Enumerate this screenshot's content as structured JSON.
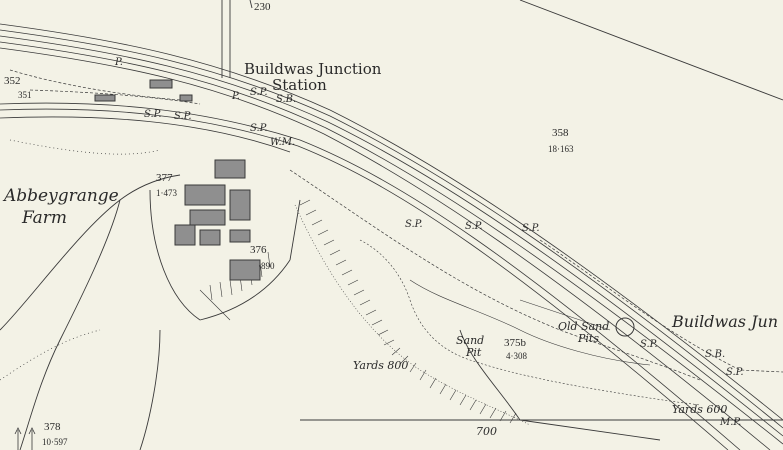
{
  "labels": {
    "station": "Buildwas Junction",
    "station_line2": "Station",
    "farm": "Abbeygrange",
    "farm_line2": "Farm",
    "junction": "Buildwas Jun",
    "old_sand": "Old Sand",
    "pits": "Pits",
    "sand": "Sand",
    "pit": "Pit",
    "yards800": "Yards 800",
    "yards600": "Yards 600",
    "n700": "700"
  },
  "parcels": {
    "p230": "230",
    "p352": "352",
    "p351": "351",
    "p358": "358",
    "p358_area": "18·163",
    "p377": "377",
    "p377_area": "1·473",
    "p376": "376",
    "p376_area": "·890",
    "p375b": "375b",
    "p375b_area": "4·308",
    "p378": "378",
    "p378_area": "10·597"
  },
  "abbrev": {
    "sp": "S.P.",
    "sb": "S.B.",
    "p": "P.",
    "wm": "W.M.",
    "mp": "M.P."
  },
  "colors": {
    "paper": "#f3f2e6",
    "ink": "#2a2a2a"
  }
}
